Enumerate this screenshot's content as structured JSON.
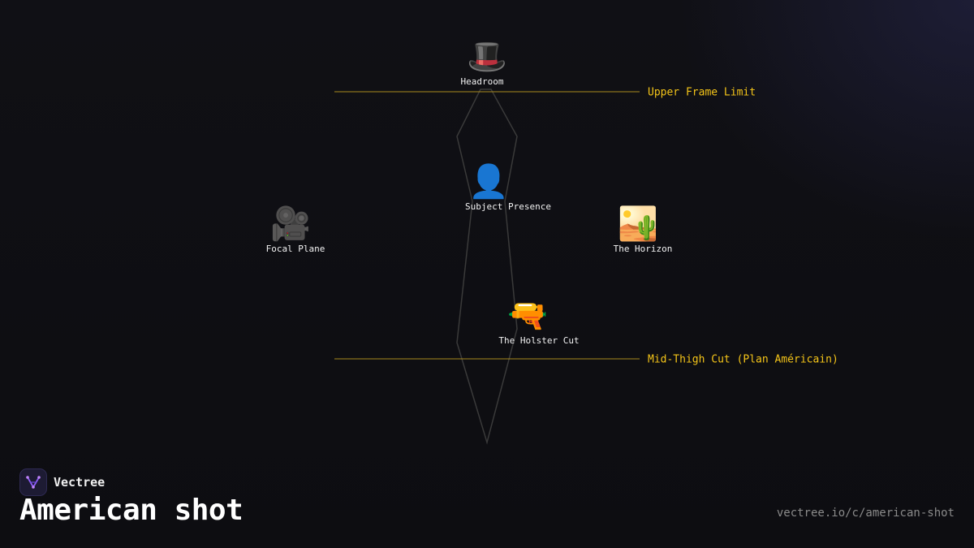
{
  "brand": {
    "name": "Vectree",
    "logo_icon": "vectree-logo-icon",
    "accent": "#8b5cf6"
  },
  "title": "American shot",
  "url": "vectree.io/c/american-shot",
  "colors": {
    "background": "#0f0f13",
    "cut_line": "#a88a1e",
    "cut_label": "#f5c518",
    "silhouette": "#3a3a3a",
    "node_label": "#f2f2f2"
  },
  "nodes": [
    {
      "id": "headroom",
      "icon": "🎩",
      "icon_name": "top-hat-icon",
      "label": "Headroom"
    },
    {
      "id": "subject",
      "icon": "👤",
      "icon_name": "person-silhouette-icon",
      "label": "Subject Presence"
    },
    {
      "id": "focal",
      "icon": "🎥",
      "icon_name": "movie-camera-icon",
      "label": "Focal Plane"
    },
    {
      "id": "horizon",
      "icon": "🏜️",
      "icon_name": "desert-icon",
      "label": "The Horizon"
    },
    {
      "id": "holster",
      "icon": "🔫",
      "icon_name": "water-pistol-icon",
      "label": "The Holster Cut"
    }
  ],
  "cuts": [
    {
      "id": "upper",
      "label": "Upper Frame Limit"
    },
    {
      "id": "thigh",
      "label": "Mid-Thigh Cut (Plan Américain)"
    }
  ]
}
